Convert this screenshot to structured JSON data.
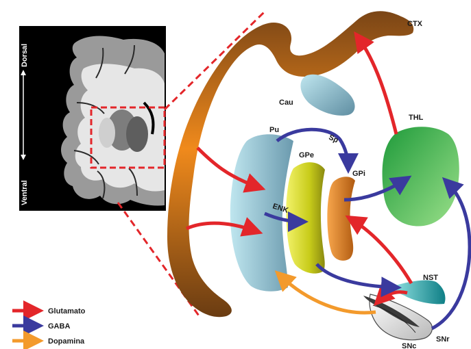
{
  "colors": {
    "glutamato": "#e3262a",
    "gaba": "#3a3a9e",
    "dopamina": "#f39a2c"
  },
  "inset": {
    "dorsal": "Dorsal",
    "ventral": "Ventral"
  },
  "labels": {
    "ctx": "CTX",
    "cau": "Cau",
    "thl": "THL",
    "pu": "Pu",
    "sp": "Sp",
    "gpe": "GPe",
    "gpi": "GPi",
    "enk": "ENK",
    "nst": "NST",
    "snr": "SNr",
    "snc": "SNc"
  },
  "legend": [
    {
      "label": "Glutamato",
      "color": "#e3262a"
    },
    {
      "label": "GABA",
      "color": "#3a3a9e"
    },
    {
      "label": "Dopamina",
      "color": "#f39a2c"
    }
  ]
}
